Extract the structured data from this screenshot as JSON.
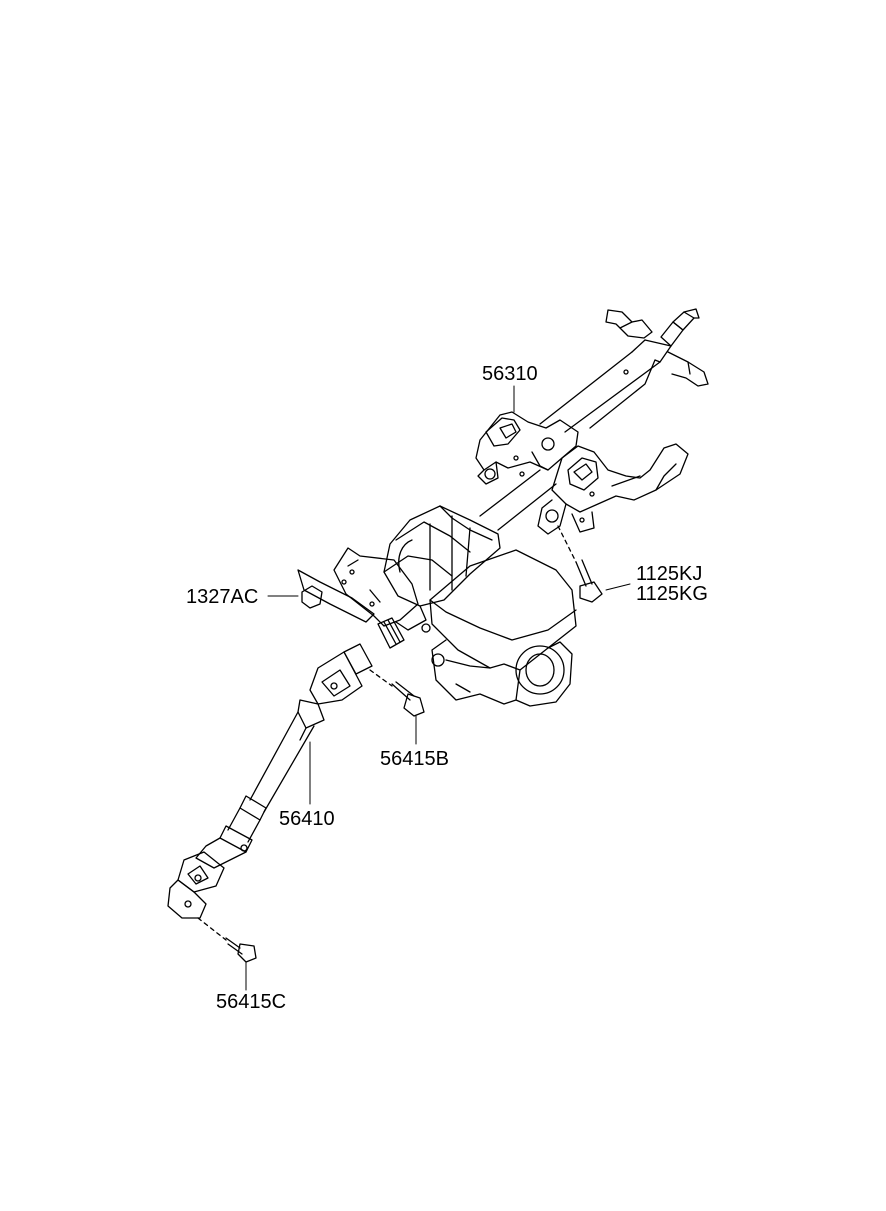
{
  "parts": {
    "column_assembly": "56310",
    "nut": "1327AC",
    "bolt_a": "1125KJ",
    "bolt_b": "1125KG",
    "upper_joint_bolt": "56415B",
    "intermediate_shaft": "56410",
    "lower_joint_bolt": "56415C"
  },
  "colors": {
    "line": "#000000",
    "background": "#ffffff"
  }
}
